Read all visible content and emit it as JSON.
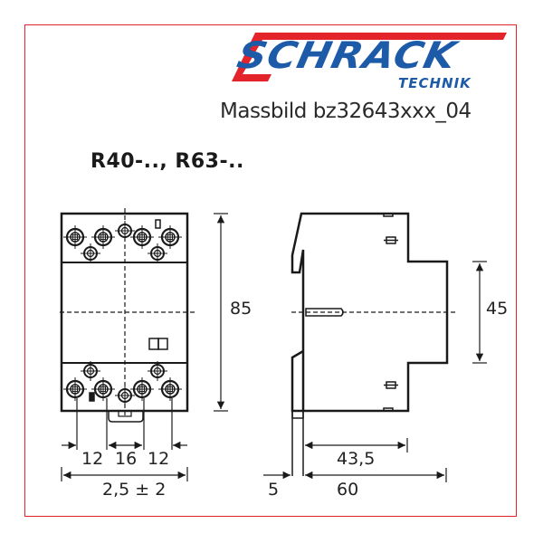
{
  "header": {
    "brand": "SCHRACK",
    "brand_sub": "TECHNIK",
    "caption": "Massbild bz32643xxx_04",
    "colors": {
      "brand_blue": "#1d5aa8",
      "brand_red": "#e3252b",
      "frame": "#e3252b",
      "line": "#1a1a1a"
    }
  },
  "drawing": {
    "title": "R40-.., R63-..",
    "front_view": {
      "height_label": "85",
      "bottom_dims": [
        "12",
        "16",
        "12"
      ],
      "total_label": "2,5 ± 2"
    },
    "side_view": {
      "height_label": "45",
      "depth_inner_label": "43,5",
      "depth_total_label": "60",
      "rail_label": "5"
    }
  }
}
